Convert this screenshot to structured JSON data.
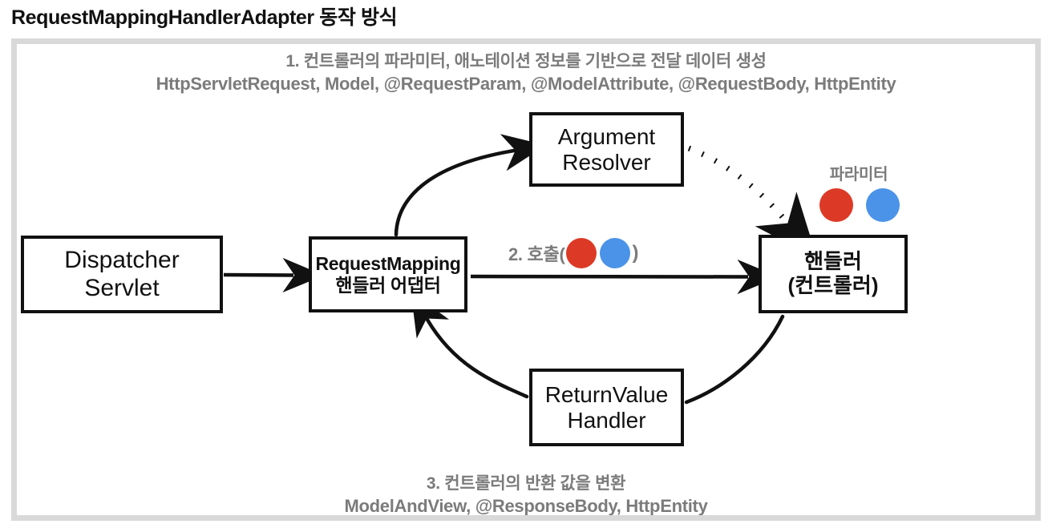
{
  "page": {
    "title": "RequestMappingHandlerAdapter 동작 방식"
  },
  "colors": {
    "red_dot": "#DC3A26",
    "blue_dot": "#4A93E8",
    "annotation_text": "#7b7b7b",
    "stroke": "#111111",
    "panel_border": "#d9d9d9",
    "background": "#ffffff"
  },
  "diagram": {
    "annotations": {
      "top_line1": "1. 컨트롤러의 파라미터, 애노테이션 정보를 기반으로 전달 데이터 생성",
      "top_line2": "HttpServletRequest, Model, @RequestParam, @ModelAttribute, @RequestBody, HttpEntity",
      "call_label_prefix": "2. 호출(",
      "call_label_suffix": ")",
      "parameter_label": "파라미터",
      "bottom_line1": "3. 컨트롤러의 반환 값을 변환",
      "bottom_line2": "ModelAndView, @ResponseBody, HttpEntity"
    },
    "nodes": [
      {
        "id": "dispatcher",
        "lines": [
          "Dispatcher",
          "Servlet"
        ]
      },
      {
        "id": "adapter",
        "lines": [
          "RequestMapping",
          "핸들러 어댑터"
        ]
      },
      {
        "id": "argres",
        "lines": [
          "Argument",
          "Resolver"
        ]
      },
      {
        "id": "handler",
        "lines": [
          "핸들러",
          "(컨트롤러)"
        ]
      },
      {
        "id": "returnval",
        "lines": [
          "ReturnValue",
          "Handler"
        ]
      }
    ],
    "edges": [
      {
        "from": "dispatcher",
        "to": "adapter",
        "style": "solid",
        "arrow": true
      },
      {
        "from": "adapter",
        "to": "argres",
        "style": "solid",
        "arrow": true
      },
      {
        "from": "argres",
        "to": "handler",
        "style": "dotted",
        "arrow": true
      },
      {
        "from": "adapter",
        "to": "handler",
        "style": "solid",
        "arrow": true
      },
      {
        "from": "handler",
        "to": "returnval",
        "style": "solid",
        "arrow": false
      },
      {
        "from": "returnval",
        "to": "adapter",
        "style": "solid",
        "arrow": true
      }
    ]
  }
}
